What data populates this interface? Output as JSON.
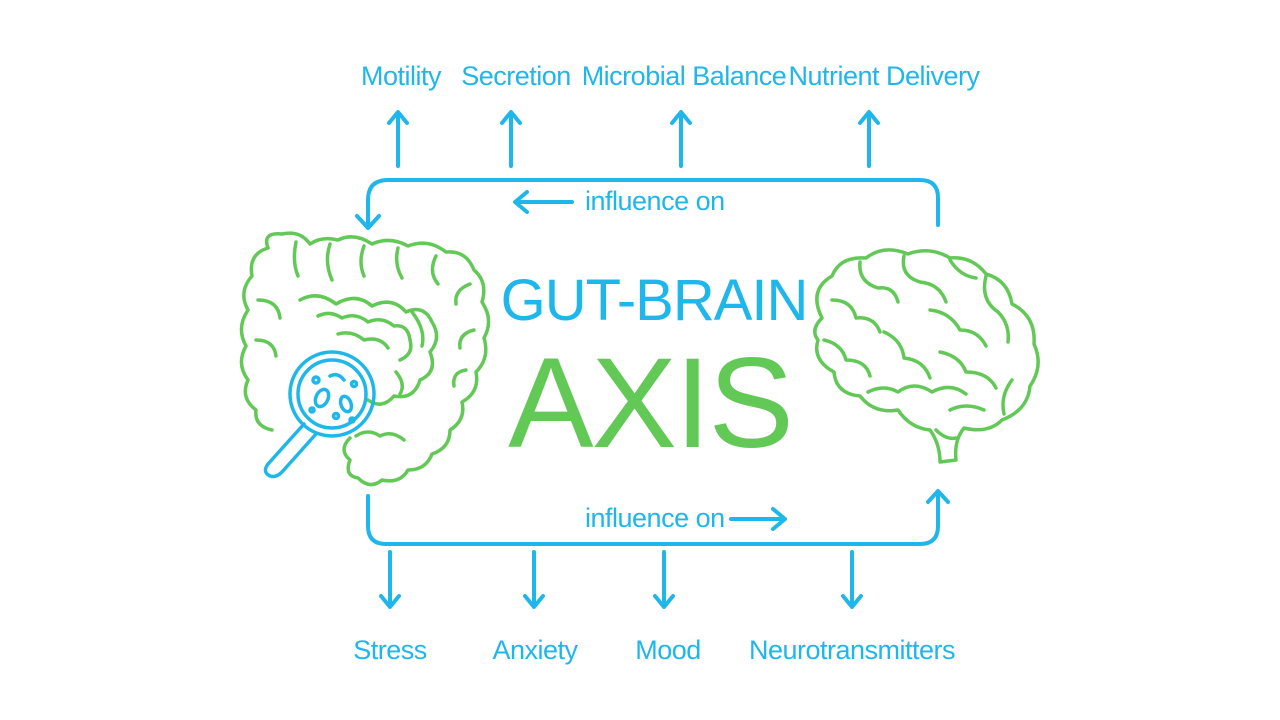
{
  "colors": {
    "accent_blue": "#1fb7eb",
    "accent_green": "#62c957",
    "background": "#ffffff"
  },
  "title": {
    "line1": "GUT-BRAIN",
    "line2": "AXIS"
  },
  "top_effects": [
    "Motility",
    "Secretion",
    "Microbial Balance",
    "Nutrient Delivery"
  ],
  "bottom_effects": [
    "Stress",
    "Anxiety",
    "Mood",
    "Neurotransmitters"
  ],
  "arrows": {
    "top_label": "influence on",
    "bottom_label": "influence on"
  },
  "icons": {
    "left": "intestine-with-magnifier-icon",
    "right": "brain-icon"
  }
}
